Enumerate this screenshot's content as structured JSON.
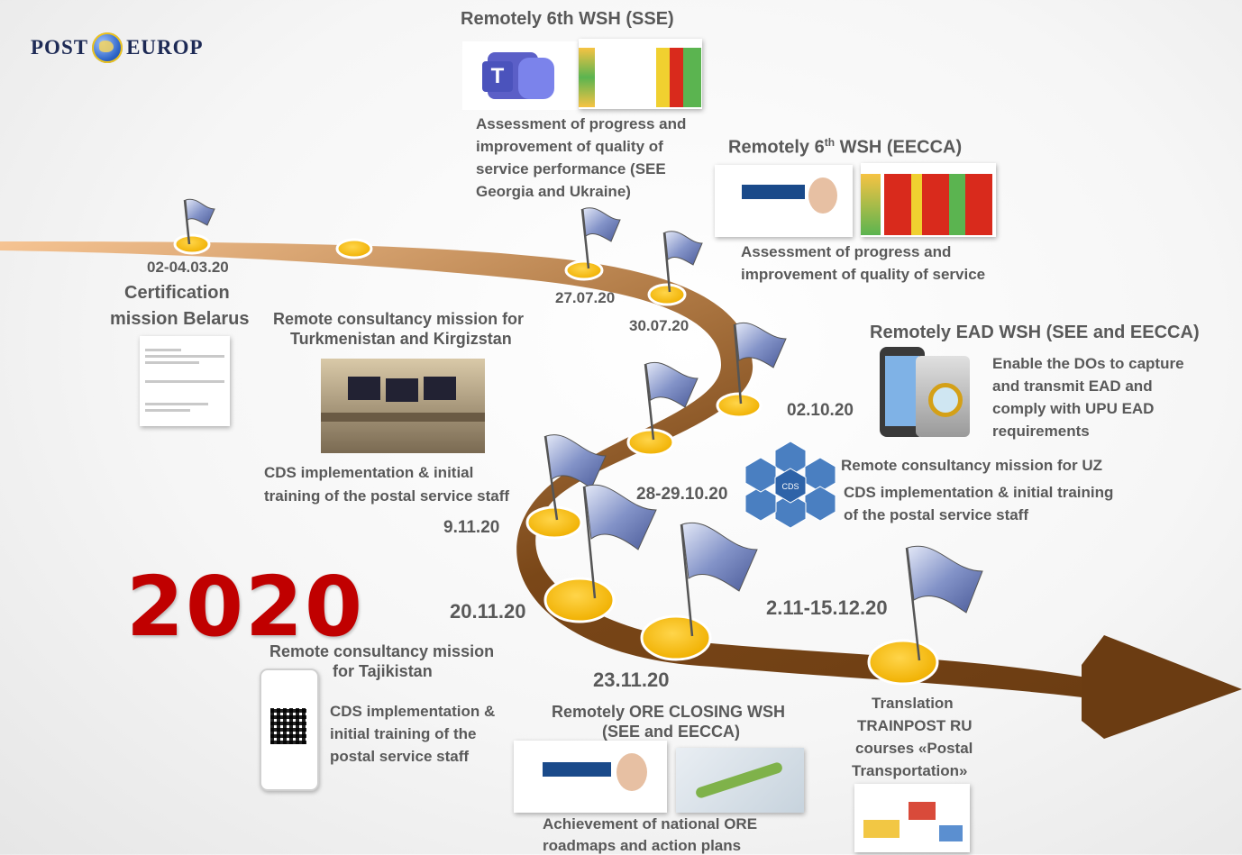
{
  "logo": {
    "left": "POST",
    "right": "EUROP"
  },
  "year": "2020",
  "milestones": {
    "m1": {
      "date": "02-04.03.20",
      "title": "Certification mission Belarus",
      "title_l1": "Certification",
      "title_l2": "mission Belarus"
    },
    "m2": {
      "title_l1": "Remote consultancy mission  for",
      "title_l2": "Turkmenistan and Kirgizstan",
      "desc_l1": "CDS implementation & initial",
      "desc_l2": "training of the postal service staff"
    },
    "m3": {
      "date": "27.07.20",
      "title": "Remotely 6th WSH (SSE)",
      "desc": [
        "Assessment of progress and",
        "improvement of quality of",
        "service performance (SEE",
        "Georgia and Ukraine)"
      ]
    },
    "m4": {
      "date": "30.07.20",
      "title_pre": "Remotely 6",
      "title_sup": "th",
      "title_post": "  WSH (EECCA)",
      "desc": [
        "Assessment of progress and",
        "improvement of quality of service"
      ]
    },
    "m5": {
      "date": "02.10.20",
      "title": "Remotely EAD WSH (SEE and EECCA)",
      "desc": [
        "Enable the DOs to capture",
        "and transmit EAD and",
        "comply with UPU EAD",
        "requirements"
      ]
    },
    "m6": {
      "date": "28-29.10.20",
      "title": "Remote consultancy mission for UZ",
      "desc": [
        "CDS implementation & initial training",
        "of the postal service staff"
      ],
      "diagram_center": "CDS"
    },
    "m7": {
      "date": "9.11.20"
    },
    "m8": {
      "date": "20.11.20",
      "title": [
        "Remote consultancy mission",
        "for Tajikistan"
      ],
      "desc": [
        "CDS implementation &",
        "initial training of the",
        "postal service staff"
      ]
    },
    "m9": {
      "date": "23.11.20",
      "title": [
        "Remotely ORE CLOSING WSH",
        "(SEE and EECCA)"
      ],
      "desc": [
        "Achievement of national ORE",
        "roadmaps and action plans"
      ]
    },
    "m10": {
      "date": "2.11-15.12.20",
      "title": [
        "Translation",
        "TRAINPOST RU",
        "courses «Postal",
        "Transportation»"
      ]
    }
  },
  "colors": {
    "road": "#7a4a1c",
    "road_light": "#f4c08a",
    "marker": "#ffc000",
    "flag": "#6e7fb8",
    "year": "#c00000",
    "text": "#595959"
  }
}
